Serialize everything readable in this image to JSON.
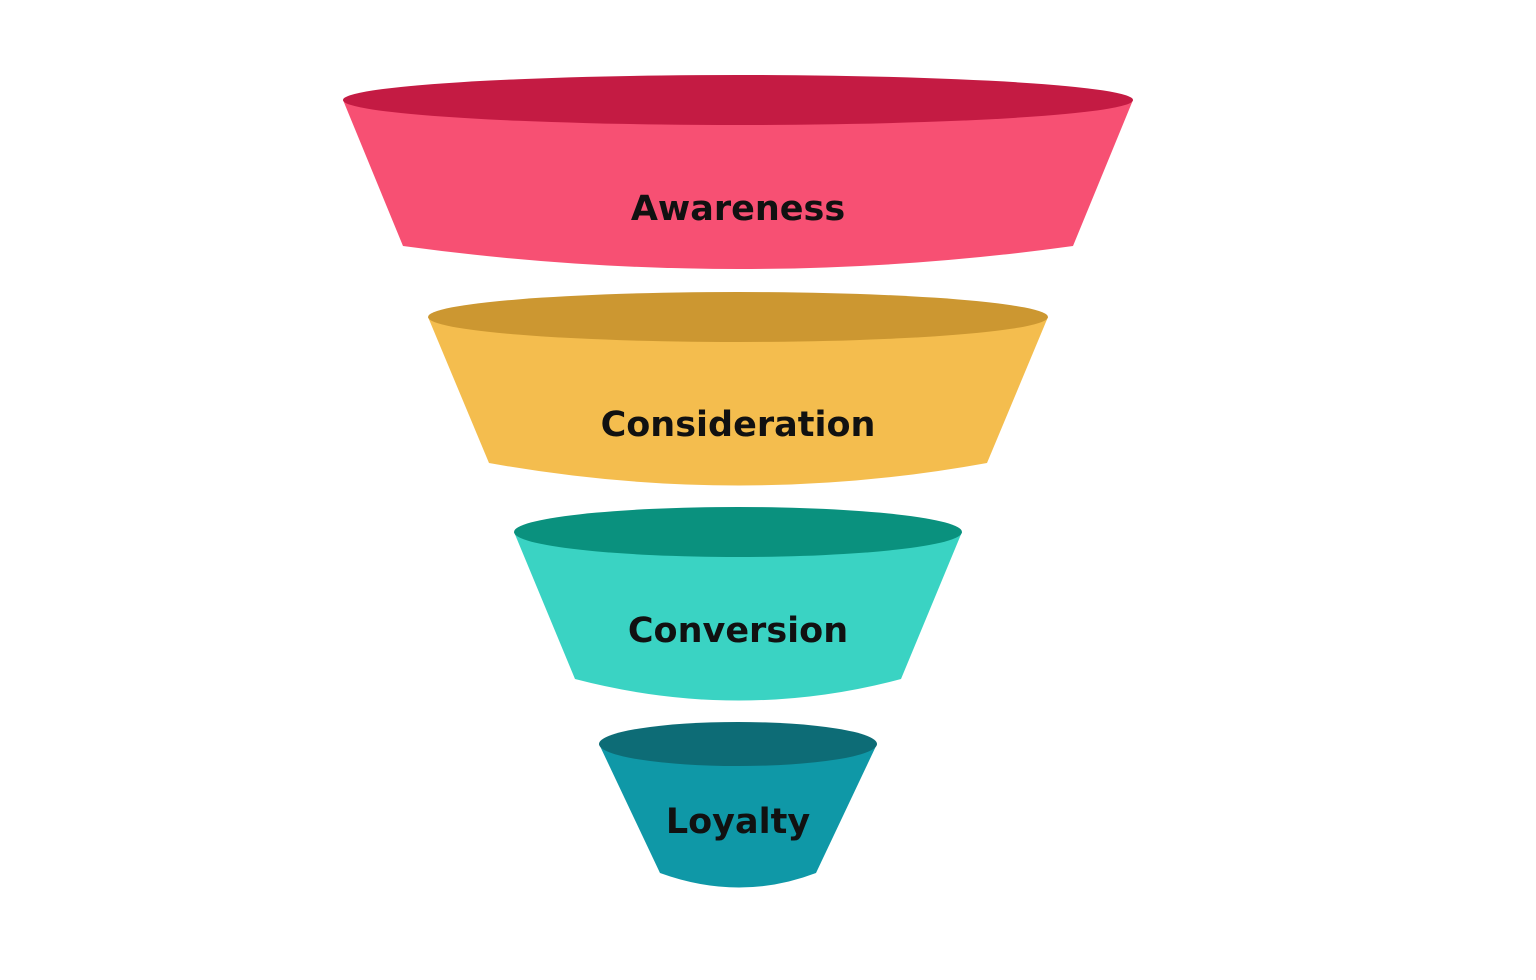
{
  "funnel": {
    "stages": [
      {
        "label": "Awareness",
        "side_color": "#F75073",
        "top_color": "#C41B43"
      },
      {
        "label": "Consideration",
        "side_color": "#F4BD4E",
        "top_color": "#CC9731"
      },
      {
        "label": "Conversion",
        "side_color": "#3AD3C3",
        "top_color": "#0A917E"
      },
      {
        "label": "Loyalty",
        "side_color": "#0F98A7",
        "top_color": "#0D6C76"
      }
    ]
  }
}
